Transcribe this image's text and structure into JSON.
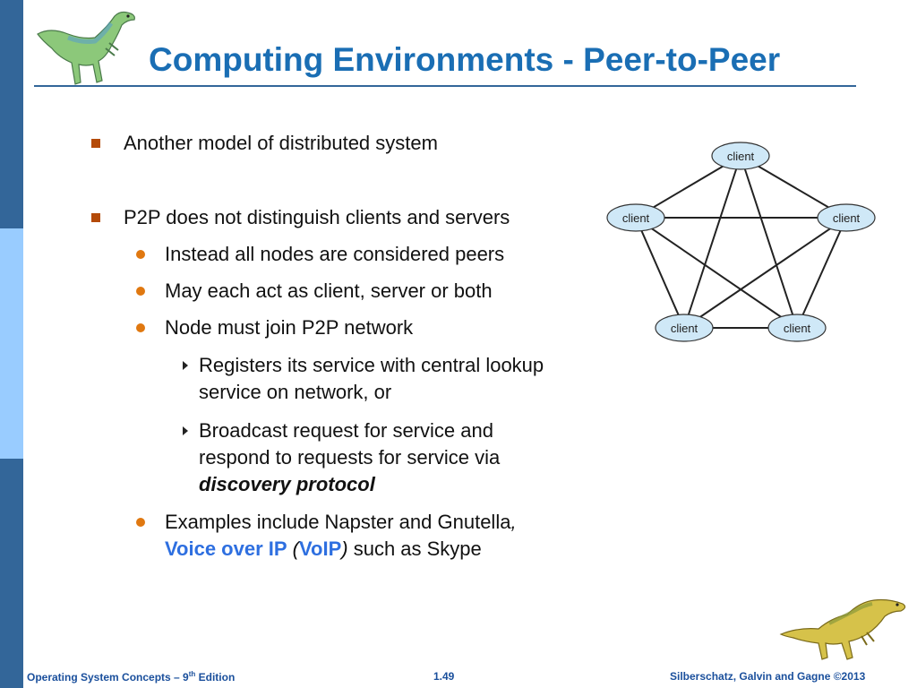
{
  "slide": {
    "title": "Computing Environments - Peer-to-Peer",
    "bullets": {
      "b1": "Another model of distributed system",
      "b2": "P2P does not distinguish clients and servers",
      "b2_1": "Instead all nodes are considered peers",
      "b2_2": "May each act as client, server or both",
      "b2_3": "Node must join P2P network",
      "b2_3_1_line1": "Registers its service with central lookup",
      "b2_3_1_line2": "service on network, or",
      "b2_3_2_line1": "Broadcast request for service and",
      "b2_3_2_line2": "respond to requests for service via",
      "b2_3_2_line3": "discovery protocol",
      "b2_4_line1_pre": "Examples include Napster and Gnutella",
      "b2_4_line1_comma": ",",
      "b2_4_line2_voip_long": "Voice over IP",
      "b2_4_line2_paren_open": " (",
      "b2_4_line2_voip_short": "VoIP",
      "b2_4_line2_paren_close": ")",
      "b2_4_line2_post": " such as Skype"
    }
  },
  "diagram": {
    "nodes": [
      {
        "label": "client"
      },
      {
        "label": "client"
      },
      {
        "label": "client"
      },
      {
        "label": "client"
      },
      {
        "label": "client"
      }
    ],
    "colors": {
      "node_fill": "#cfe8f7",
      "node_stroke": "#333333",
      "edge": "#222222"
    }
  },
  "footer": {
    "left_pre": "Operating System Concepts – 9",
    "left_sup": "th",
    "left_post": " Edition",
    "center": "1.49",
    "right": "Silberschatz, Galvin and Gagne ©2013"
  },
  "colors": {
    "title": "#1a6eb4",
    "sidebar_dark": "#336699",
    "sidebar_light": "#99ccff",
    "bullet_square": "#b44a08",
    "bullet_dot": "#e07810",
    "link_blue": "#2e6fe0"
  },
  "icons": {
    "top_left": "dinosaur-icon",
    "bottom_right": "dinosaur-icon"
  }
}
